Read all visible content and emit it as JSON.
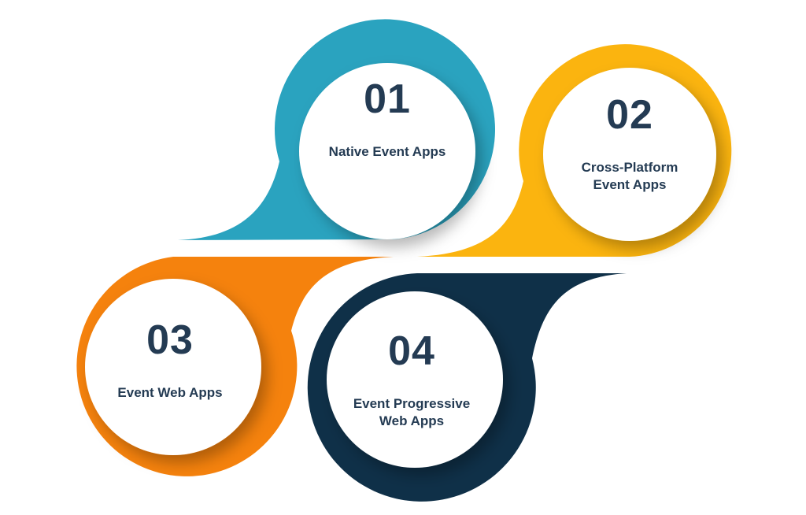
{
  "colors": {
    "step1": "#2aa3bf",
    "step2": "#fbb40f",
    "step3": "#f5820d",
    "step4": "#0f3048",
    "circle_fill": "#ffffff",
    "text": "#243b53"
  },
  "steps": [
    {
      "number": "01",
      "label_lines": [
        "Native Event Apps"
      ]
    },
    {
      "number": "02",
      "label_lines": [
        "Cross-Platform",
        "Event Apps"
      ]
    },
    {
      "number": "03",
      "label_lines": [
        "Event Web Apps"
      ]
    },
    {
      "number": "04",
      "label_lines": [
        "Event Progressive",
        "Web Apps"
      ]
    }
  ]
}
